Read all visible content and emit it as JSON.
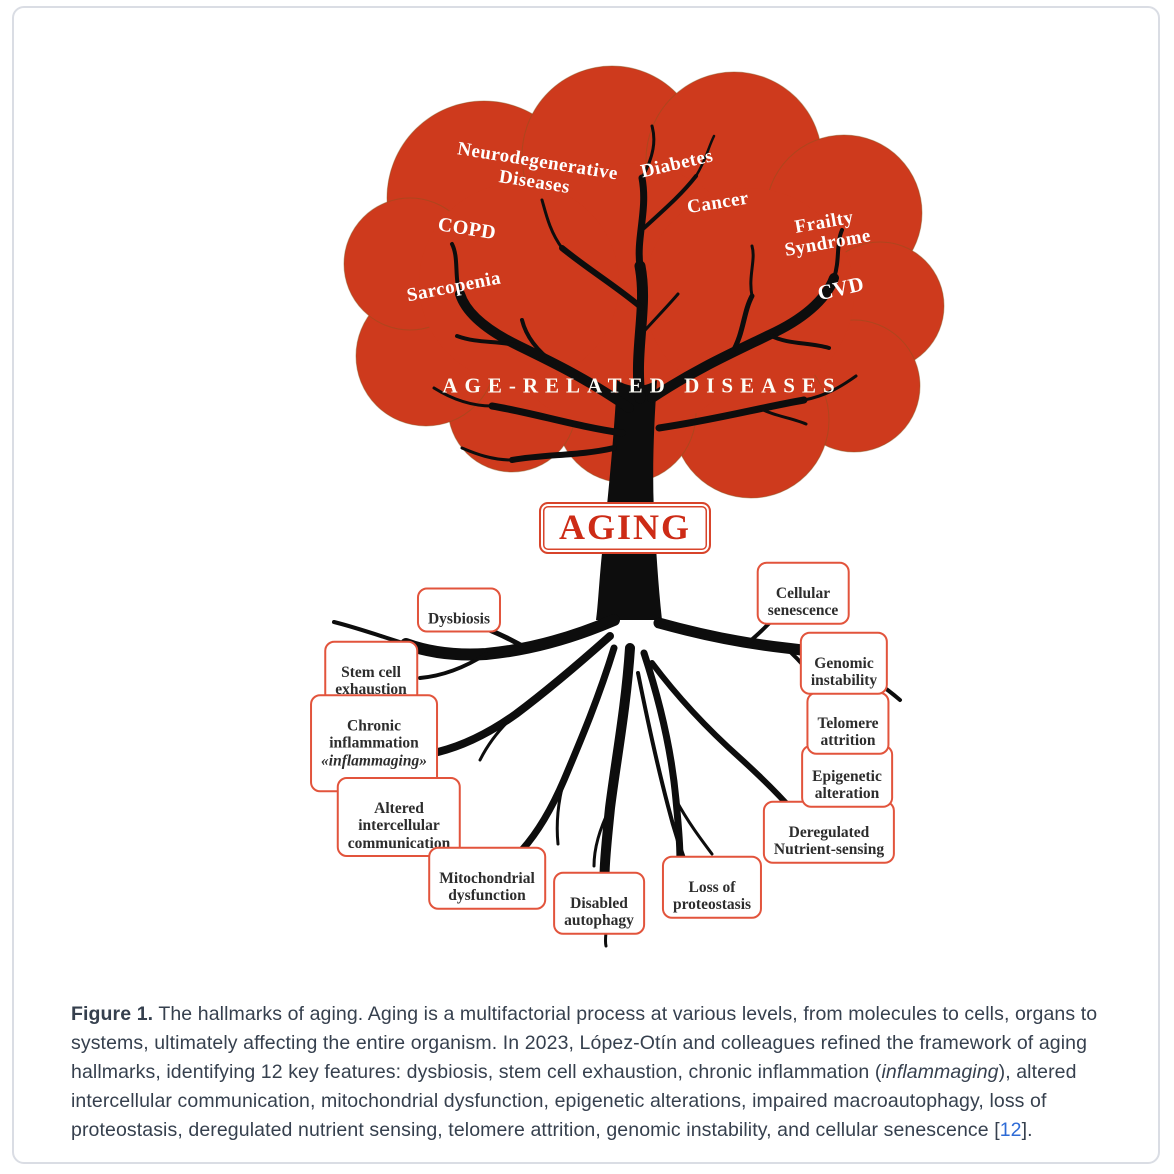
{
  "tree": {
    "canopy_title": "AGE-RELATED DISEASES",
    "aging_label": "AGING",
    "colors": {
      "canopy_red": "#ce3a1d",
      "trunk_black": "#0d0d0d",
      "box_border_red": "#e2543c",
      "aging_text_red": "#cd2b16",
      "link_blue": "#2e6bd6"
    },
    "diseases": [
      {
        "label": "Neurodegenerative\nDiseases"
      },
      {
        "label": "Diabetes"
      },
      {
        "label": "Cancer"
      },
      {
        "label": "COPD"
      },
      {
        "label": "Frailty\nSyndrome"
      },
      {
        "label": "Sarcopenia"
      },
      {
        "label": "CVD"
      }
    ],
    "hallmarks": [
      {
        "label": "Dysbiosis"
      },
      {
        "label": "Stem cell\nexhaustion"
      },
      {
        "label": "Chronic\ninflammation",
        "italic": "«inflammaging»"
      },
      {
        "label": "Altered\nintercellular\ncommunication"
      },
      {
        "label": "Mitochondrial\ndysfunction"
      },
      {
        "label": "Disabled\nautophagy"
      },
      {
        "label": "Loss of\nproteostasis"
      },
      {
        "label": "Deregulated\nNutrient-sensing"
      },
      {
        "label": "Epigenetic\nalteration"
      },
      {
        "label": "Telomere\nattrition"
      },
      {
        "label": "Genomic\ninstability"
      },
      {
        "label": "Cellular\nsenescence"
      }
    ]
  },
  "caption": {
    "figure_label": "Figure 1.",
    "text_1": " The hallmarks of aging. Aging is a multifactorial process at various levels, from molecules to cells, organs to systems, ultimately affecting the entire organism. In 2023, López-Otín and colleagues refined the framework of aging hallmarks, identifying 12 key features: dysbiosis, stem cell exhaustion, chronic inflammation (",
    "italic_word": "inflammaging",
    "text_2": "), altered intercellular communication, mitochondrial dysfunction, epigenetic alterations, impaired macroautophagy, loss of proteostasis, deregulated nutrient sensing, telomere attrition, genomic instability, and cellular senescence [",
    "ref_number": "12",
    "text_3": "]."
  }
}
